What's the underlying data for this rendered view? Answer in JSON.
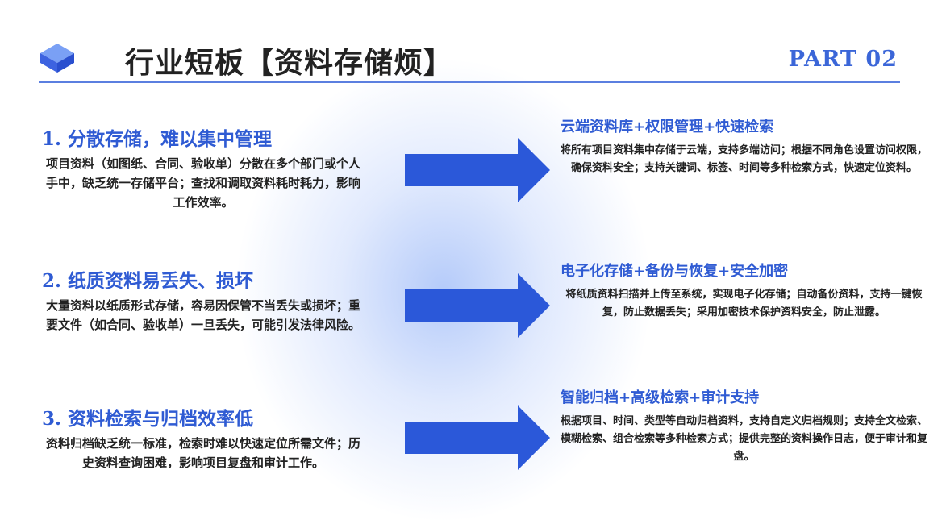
{
  "header": {
    "title": "行业短板【资料存储烦】",
    "part_label": "PART 02"
  },
  "colors": {
    "accent": "#2f5bd3",
    "arrow": "#2b58d9",
    "rule": "#5b7fe0"
  },
  "rows": [
    {
      "problem_title": "1. 分散存储，难以集中管理",
      "problem_desc": "项目资料（如图纸、合同、验收单）分散在多个部门或个人手中，缺乏统一存储平台；查找和调取资料耗时耗力，影响工作效率。",
      "solution_title": "云端资料库+权限管理+快速检索",
      "solution_desc": "将所有项目资料集中存储于云端，支持多端访问；根据不同角色设置访问权限，确保资料安全；支持关键词、标签、时间等多种检索方式，快速定位资料。"
    },
    {
      "problem_title": "2. 纸质资料易丢失、损坏",
      "problem_desc": "大量资料以纸质形式存储，容易因保管不当丢失或损坏；重要文件（如合同、验收单）一旦丢失，可能引发法律风险。",
      "solution_title": "电子化存储+备份与恢复+安全加密",
      "solution_desc": "将纸质资料扫描并上传至系统，实现电子化存储；自动备份资料，支持一键恢复，防止数据丢失；采用加密技术保护资料安全，防止泄露。"
    },
    {
      "problem_title": "3. 资料检索与归档效率低",
      "problem_desc": "资料归档缺乏统一标准，检索时难以快速定位所需文件；历史资料查询困难，影响项目复盘和审计工作。",
      "solution_title": "智能归档+高级检索+审计支持",
      "solution_desc": "根据项目、时间、类型等自动归档资料，支持自定义归档规则；支持全文检索、模糊检索、组合检索等多种检索方式；提供完整的资料操作日志，便于审计和复盘。"
    }
  ]
}
